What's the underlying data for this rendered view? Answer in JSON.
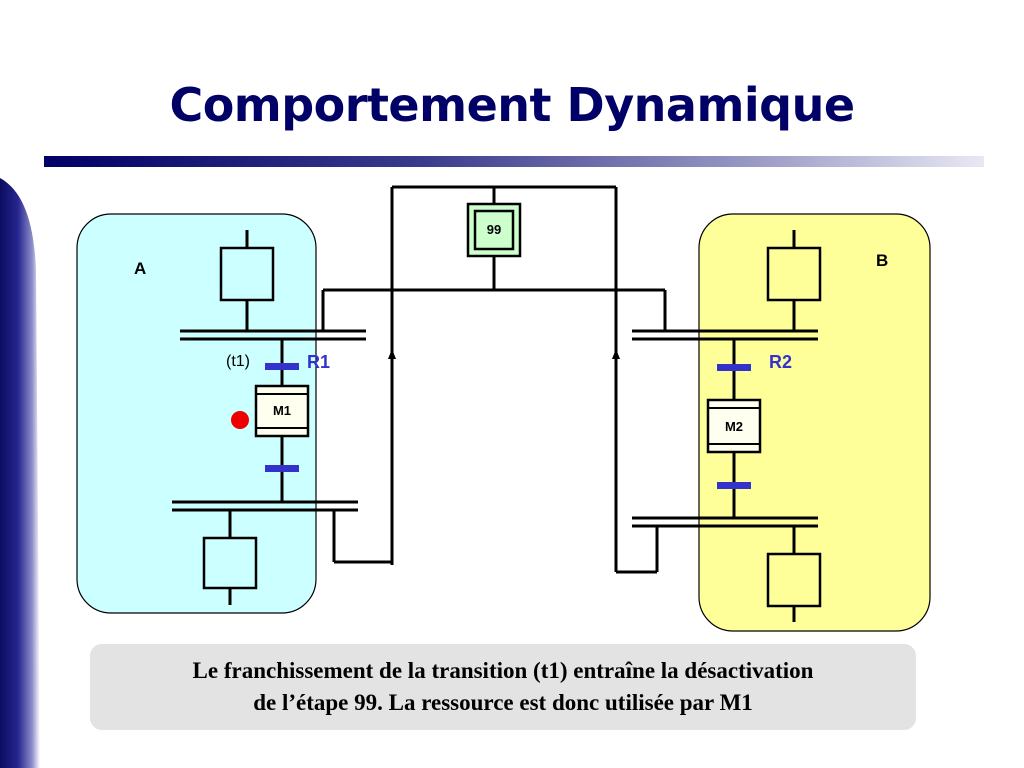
{
  "slide": {
    "title": "Comportement Dynamique",
    "caption_line1": "Le franchissement de la transition (t1) entraîne la désactivation",
    "caption_line2": "de l’étape 99. La ressource est donc utilisée par M1"
  },
  "diagram": {
    "region_a_label": "A",
    "region_b_label": "B",
    "resource_step": "99",
    "step_m1": "M1",
    "step_m2": "M2",
    "receptivity_r1": "R1",
    "receptivity_r2": "R2",
    "transition_t1": "(t1)",
    "colors": {
      "region_a": "#ccffff",
      "region_b": "#ffff99",
      "resource_step_fill": "#ccffcc",
      "step_m_fill": "#fffff0",
      "bar_accent": "#3333cc",
      "token": "#ee0000",
      "title": "#000066"
    }
  }
}
